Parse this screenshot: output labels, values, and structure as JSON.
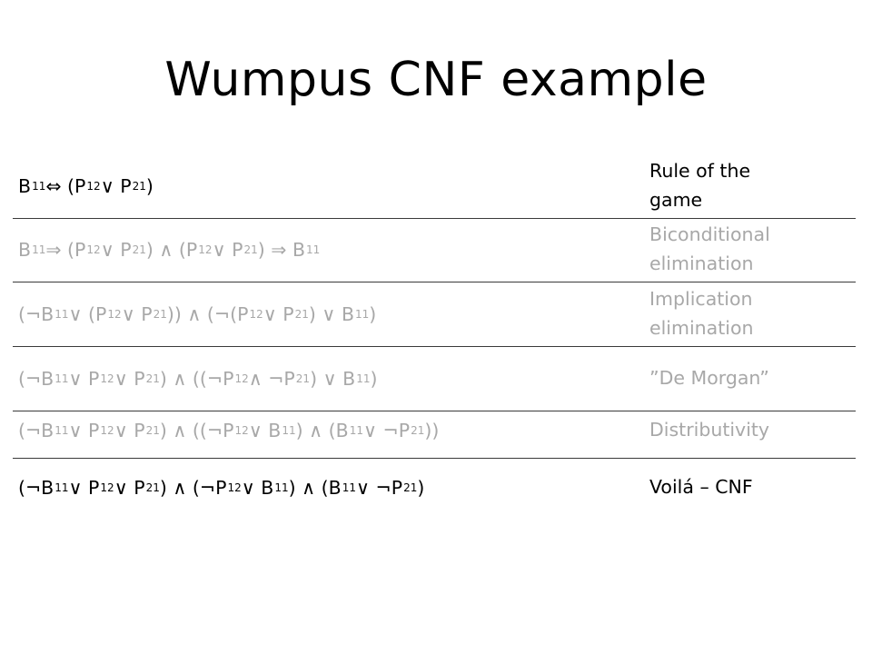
{
  "title": "Wumpus CNF example",
  "rows": [
    {
      "formula": "B₁₁ ⇔ (P₁₂ ∨ P₂₁)",
      "note": "Rule of the\ngame",
      "style": "dark"
    },
    {
      "formula": "B₁₁ ⇒ (P₁₂ ∨ P₂₁) ∧ (P₁₂ ∨ P₂₁) ⇒ B₁₁",
      "note": "Biconditional\nelimination",
      "style": "grey"
    },
    {
      "formula": "(¬B₁₁ ∨ (P₁₂ ∨ P₂₁)) ∧ (¬(P₁₂ ∨ P₂₁) ∨ B₁₁)",
      "note": "Implication\nelimination",
      "style": "grey"
    },
    {
      "formula": "(¬B₁₁ ∨ P₁₂ ∨ P₂₁) ∧ ((¬P₁₂ ∧ ¬P₂₁) ∨ B₁₁)",
      "note": "”De Morgan”",
      "style": "grey"
    },
    {
      "formula": "(¬B₁₁ ∨ P₁₂ ∨ P₂₁) ∧ ((¬P₁₂ ∨ B₁₁) ∧ (B₁₁ ∨ ¬P₂₁))",
      "note": "Distributivity",
      "style": "grey"
    },
    {
      "formula": "(¬B₁₁ ∨ P₁₂ ∨ P₂₁) ∧ (¬P₁₂ ∨ B₁₁) ∧ (B₁₁ ∨ ¬P₂₁)",
      "note": "Voilá – CNF",
      "style": "dark"
    }
  ]
}
